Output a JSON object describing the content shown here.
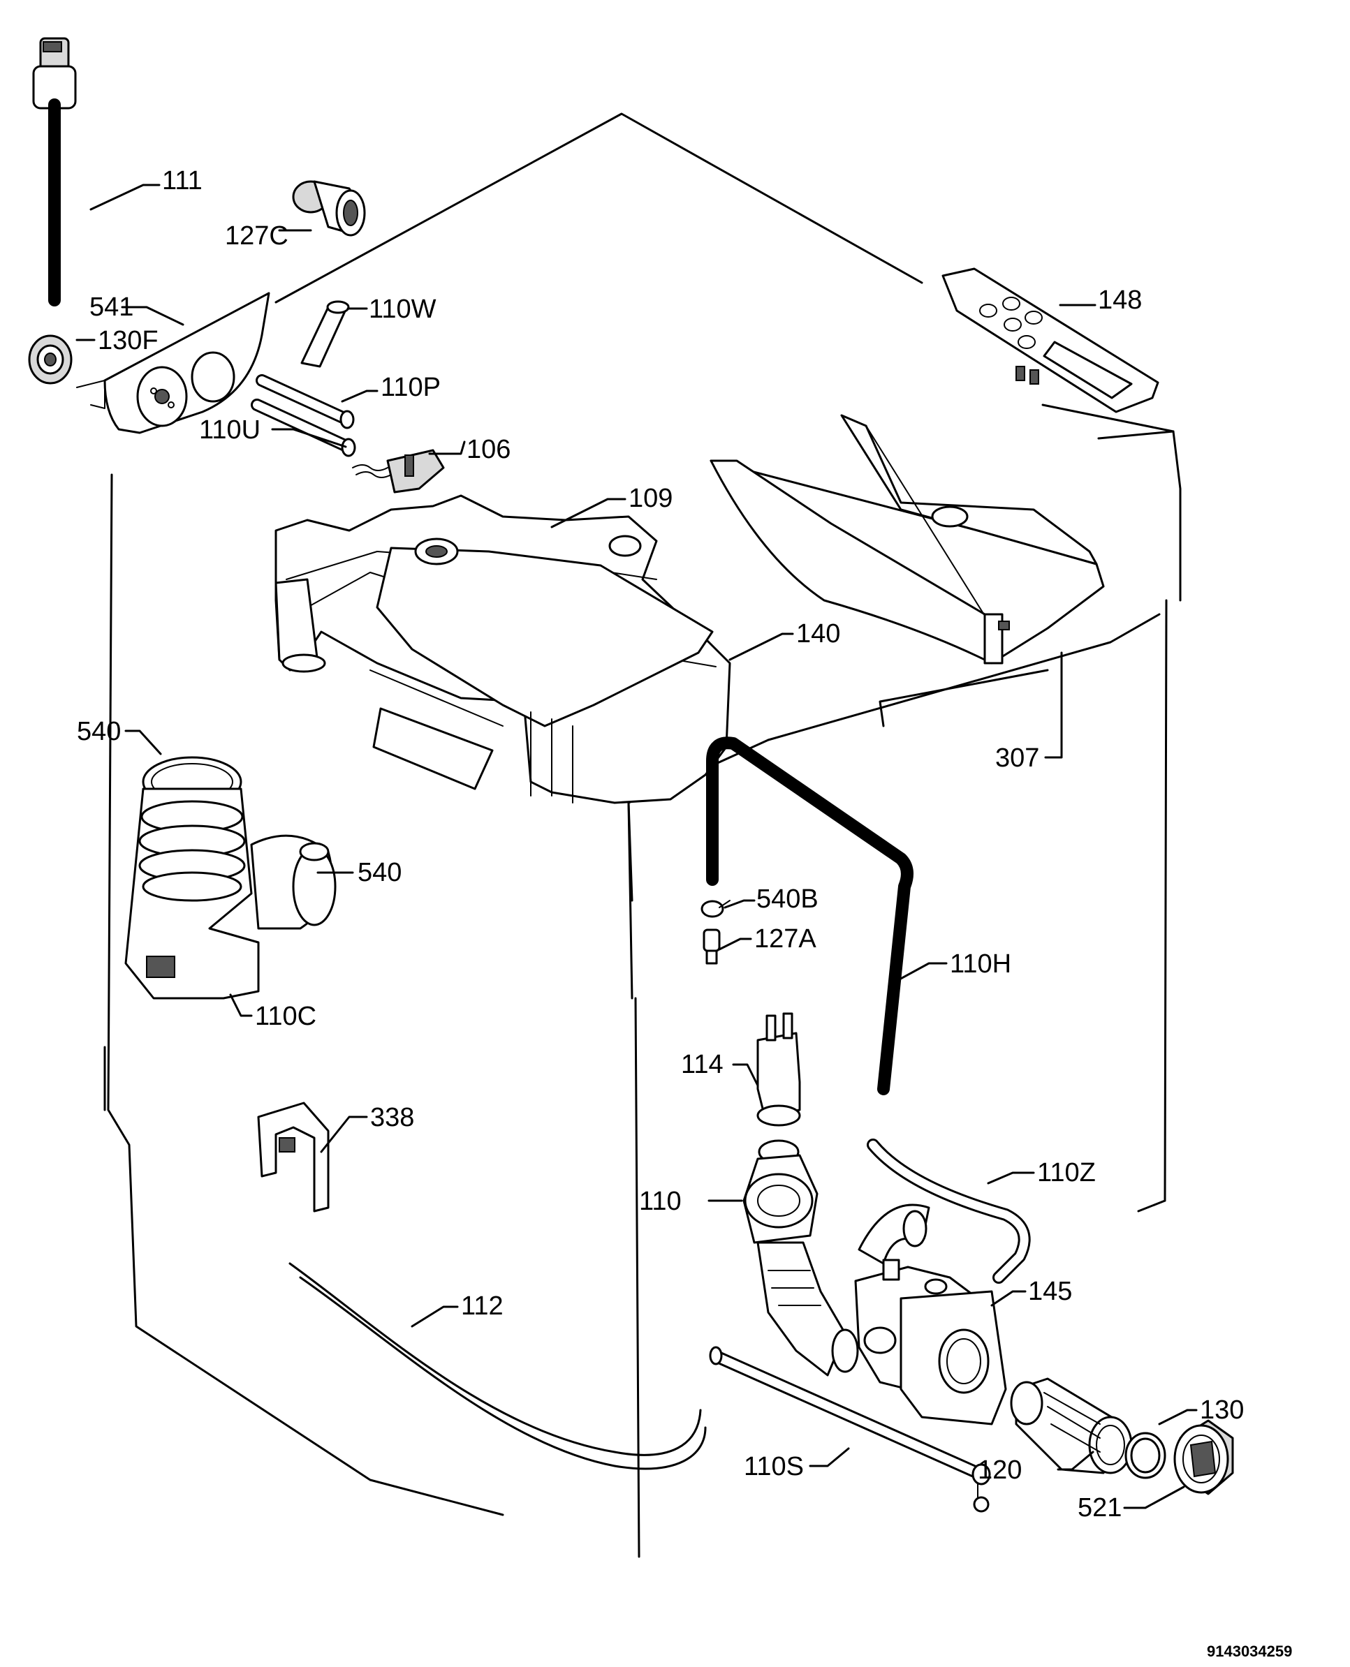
{
  "diagram": {
    "labels": {
      "p111": "111",
      "p127C": "127C",
      "p541": "541",
      "p130F": "130F",
      "p110W": "110W",
      "p110P": "110P",
      "p110U": "110U",
      "p106": "106",
      "p109": "109",
      "p148": "148",
      "p140": "140",
      "p307": "307",
      "p540a": "540",
      "p540b": "540",
      "p540B": "540B",
      "p127A": "127A",
      "p110H": "110H",
      "p110C": "110C",
      "p114": "114",
      "p338": "338",
      "p110Z": "110Z",
      "p110": "110",
      "p145": "145",
      "p112": "112",
      "p130": "130",
      "p110S": "110S",
      "p120": "120",
      "p521": "521"
    },
    "document_number": "9143034259"
  }
}
